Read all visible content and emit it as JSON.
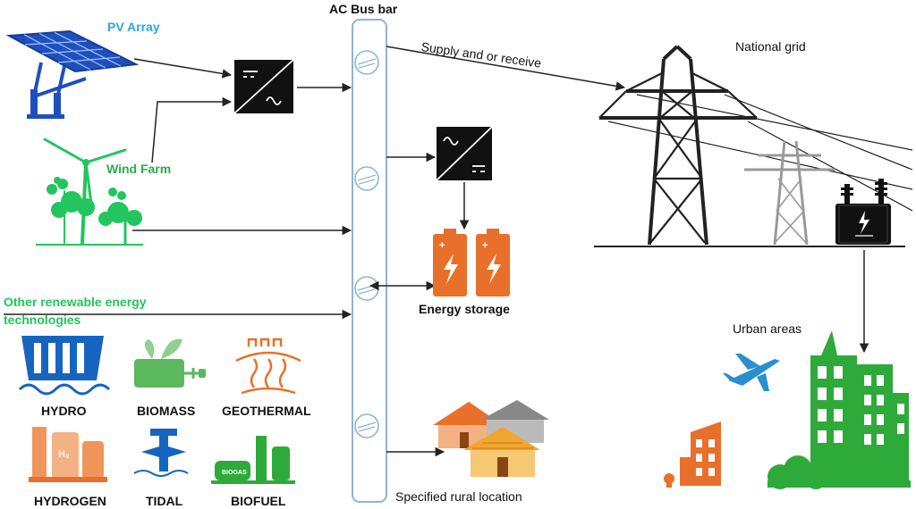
{
  "labels": {
    "pv_array": "PV Array",
    "ac_bus_bar": "AC Bus bar",
    "supply_receive": "Supply and or receive",
    "national_grid": "National grid",
    "wind_farm": "Wind Farm",
    "other_renewable_line1": "Other renewable energy",
    "other_renewable_line2": "technologies",
    "energy_storage": "Energy storage",
    "urban_areas": "Urban areas",
    "rural_location": "Specified rural location"
  },
  "technologies": [
    "HYDRO",
    "BIOMASS",
    "GEOTHERMAL",
    "HYDROGEN",
    "TIDAL",
    "BIOFUEL"
  ],
  "icon_texts": {
    "hydrogen_tank": "H₂",
    "biogas_tank": "BIOGAS"
  },
  "colors": {
    "pv_label": "#29a8e0",
    "wind_label": "#2eaa4a",
    "other_label": "#22c55e",
    "bus_bar_stroke": "#8fb4d4",
    "solar_blue": "#1f4fbf",
    "wind_green": "#22c55e",
    "hydro_blue": "#1565c0",
    "biomass_green": "#5cb85c",
    "geothermal_orange": "#e8702a",
    "storage_orange": "#e8702a",
    "urban_green": "#2eaa3a",
    "urban_orange": "#e8702a",
    "plane_blue": "#2a8fd0",
    "tower_dark": "#222222",
    "tower_grey": "#999999"
  }
}
